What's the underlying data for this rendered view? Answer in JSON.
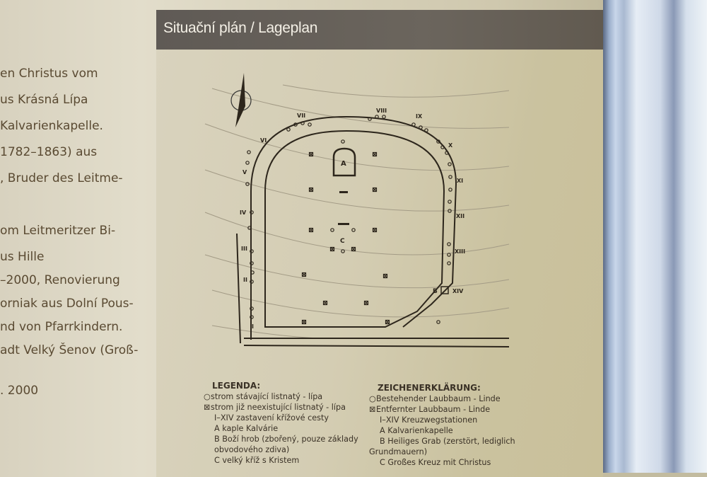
{
  "left_text": [
    "en Christus vom",
    "us Krásná Lípa",
    " Kalvarienkapelle.",
    "1782–1863) aus",
    ", Bruder des Leitme-",
    "",
    "om Leitmeritzer Bi-",
    "us Hille",
    "–2000, Renovierung",
    "orniak aus Dolní Pous-",
    "nd von Pfarrkindern.",
    "adt Velký Šenov (Groß-",
    "",
    ". 2000"
  ],
  "sign": {
    "title": "Situační plán / Lageplan",
    "stations": [
      "I",
      "II",
      "III",
      "IV",
      "V",
      "VI",
      "VII",
      "VIII",
      "IX",
      "X",
      "XI",
      "XII",
      "XIII",
      "XIV"
    ],
    "labels": {
      "a": "A",
      "b": "B",
      "c": "C"
    },
    "legend_cz": {
      "heading": "LEGENDA:",
      "items": [
        "strom stávající listnatý - lípa",
        "strom již neexistující listnatý - lípa",
        "I–XIV zastavení křížové cesty",
        "A kaple Kalvárie",
        "B Boží hrob (zbořený, pouze základy",
        "obvodového zdiva)",
        "C velký kříž s Kristem"
      ]
    },
    "legend_de": {
      "heading": "ZEICHENERKLÄRUNG:",
      "items": [
        "Bestehender Laubbaum - Linde",
        "Entfernter Laubbaum - Linde",
        "I–XIV Kreuzwegstationen",
        "A Kalvarienkapelle",
        "B Heiliges Grab (zerstört, lediglich",
        "Grundmauern)",
        "C Großes Kreuz mit Christus"
      ]
    },
    "icons": {
      "existing_tree": "circle-icon",
      "removed_tree": "crossed-square-icon",
      "north": "north-arrow-icon"
    }
  }
}
